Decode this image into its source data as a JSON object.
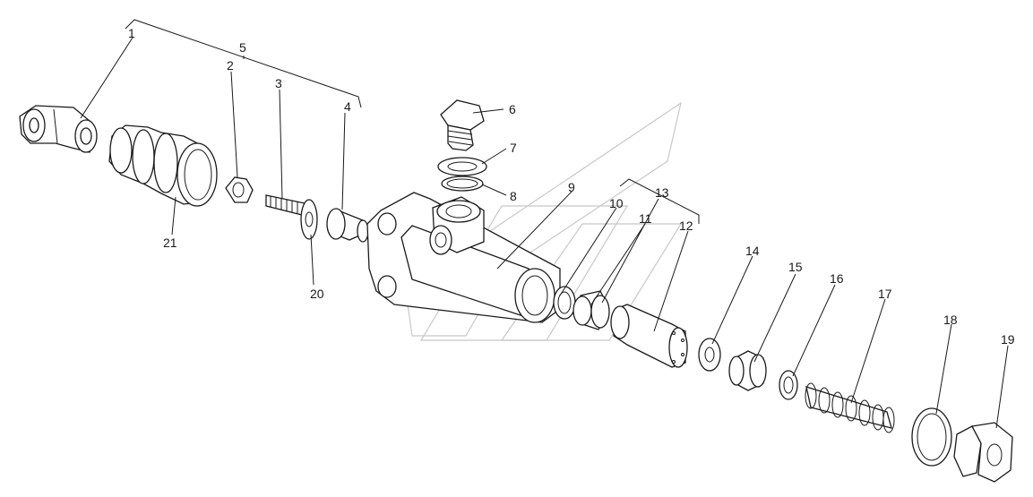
{
  "labels": {
    "l1": "1",
    "l2": "2",
    "l3": "3",
    "l4": "4",
    "l5": "5",
    "l6": "6",
    "l7": "7",
    "l8": "8",
    "l9": "9",
    "l10": "10",
    "l11": "11",
    "l12": "12",
    "l13": "13",
    "l14": "14",
    "l15": "15",
    "l16": "16",
    "l17": "17",
    "l18": "18",
    "l19": "19",
    "l20": "20",
    "l21": "21"
  },
  "colors": {
    "line": "#1a1a1a",
    "watermark": "#c8c8c8",
    "background": "#ffffff"
  }
}
